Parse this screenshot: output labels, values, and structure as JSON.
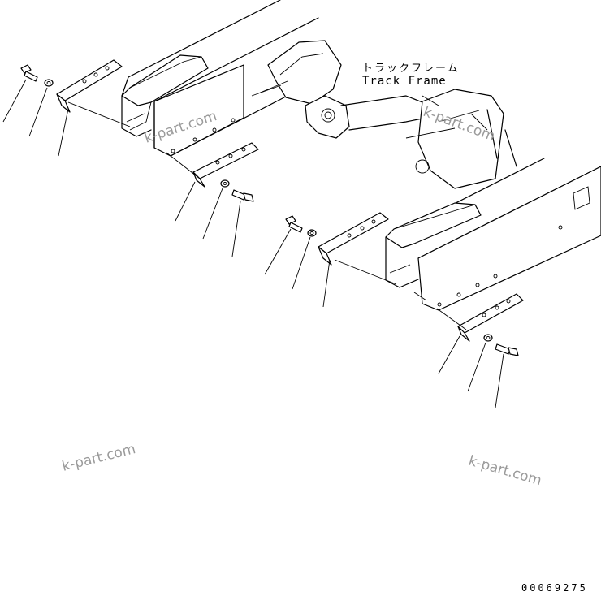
{
  "label": {
    "japanese": "トラックフレーム",
    "english": "Track Frame"
  },
  "watermarks": [
    "k-part.com",
    "k-part.com",
    "k-part.com",
    "k-part.com"
  ],
  "drawing_number": "00069275",
  "colors": {
    "line": "#000000",
    "watermark": "#9a9a9a",
    "background": "#ffffff"
  }
}
